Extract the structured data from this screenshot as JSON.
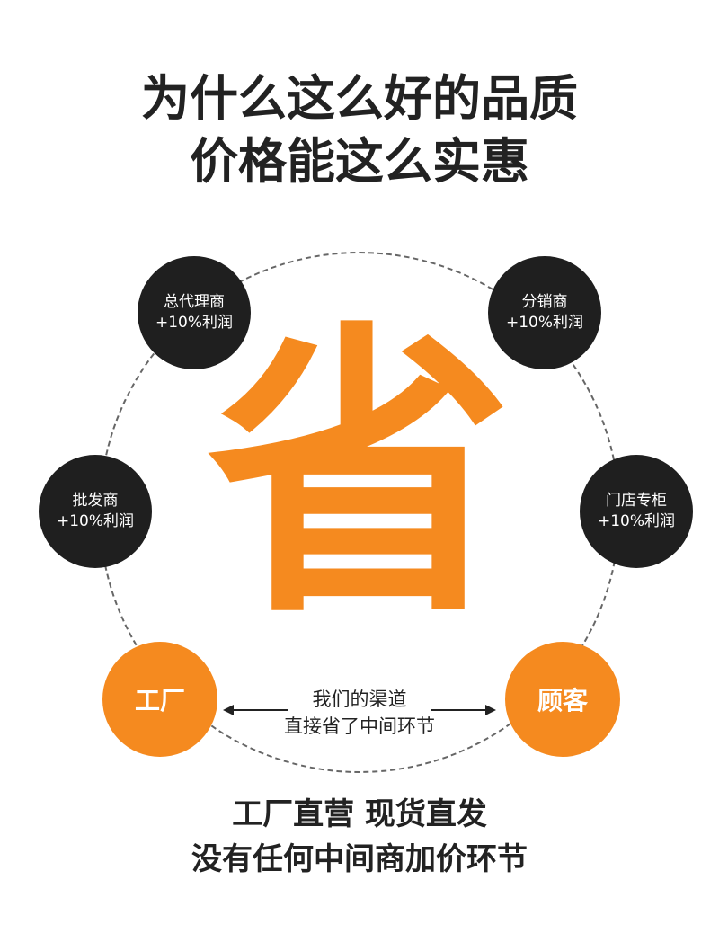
{
  "title": {
    "line1": "为什么这么好的品质",
    "line2": "价格能这么实惠"
  },
  "big_char": "省",
  "nodes": {
    "general_agent": {
      "name": "总代理商",
      "margin": "+10%利润"
    },
    "distributor": {
      "name": "分销商",
      "margin": "+10%利润"
    },
    "wholesaler": {
      "name": "批发商",
      "margin": "+10%利润"
    },
    "store": {
      "name": "门店专柜",
      "margin": "+10%利润"
    },
    "factory": "工厂",
    "customer": "顾客"
  },
  "center_text": {
    "line1": "我们的渠道",
    "line2": "直接省了中间环节"
  },
  "bottom": {
    "line1": "工厂直营 现货直发",
    "line2": "没有任何中间商加价环节"
  },
  "colors": {
    "accent": "#f58a1f",
    "dark": "#1f1f1f",
    "text": "#222222"
  },
  "icons": [
    "arrow-left-icon",
    "arrow-right-icon"
  ]
}
